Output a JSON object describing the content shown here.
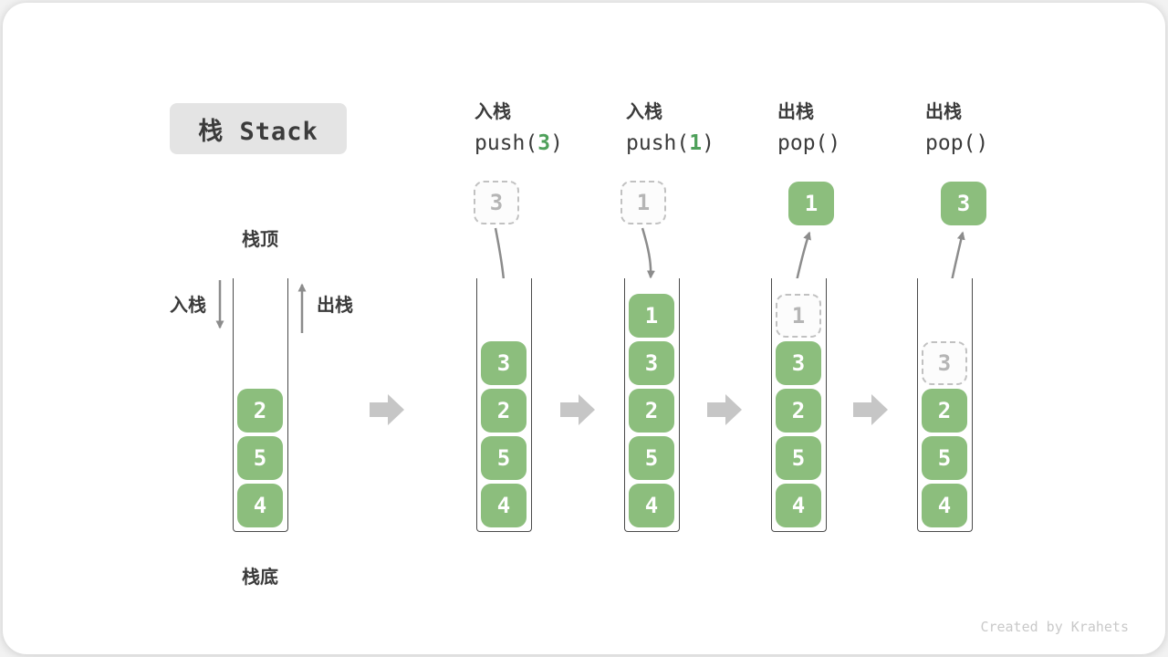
{
  "title": "栈 Stack",
  "credit": "Created by Krahets",
  "side_labels": {
    "push": "入栈",
    "pop": "出栈",
    "stack_top": "栈顶",
    "stack_bottom": "栈底"
  },
  "operations": [
    {
      "cn": "入栈",
      "code_pre": "push(",
      "arg": "3",
      "code_post": ")"
    },
    {
      "cn": "入栈",
      "code_pre": "push(",
      "arg": "1",
      "code_post": ")"
    },
    {
      "cn": "出栈",
      "code_pre": "pop()",
      "arg": "",
      "code_post": ""
    },
    {
      "cn": "出栈",
      "code_pre": "pop()",
      "arg": "",
      "code_post": ""
    }
  ],
  "stacks": [
    {
      "cells": [
        "2",
        "5",
        "4"
      ]
    },
    {
      "floating": "3",
      "cells": [
        "3",
        "2",
        "5",
        "4"
      ]
    },
    {
      "floating": "1",
      "cells": [
        "1",
        "3",
        "2",
        "5",
        "4"
      ]
    },
    {
      "popped": "1",
      "ghost": "1",
      "cells": [
        "3",
        "2",
        "5",
        "4"
      ]
    },
    {
      "popped": "3",
      "ghost": "3",
      "cells": [
        "2",
        "5",
        "4"
      ]
    }
  ],
  "colors": {
    "cell_green": "#8cbe7d",
    "code_arg_green": "#4ea05a",
    "block_arrow_gray": "#c6c6c6",
    "line_gray": "#8c8c8c",
    "title_bg": "#e4e4e4",
    "text_dark": "#3b3b3b",
    "dashed_gray": "#c1c1c1"
  }
}
